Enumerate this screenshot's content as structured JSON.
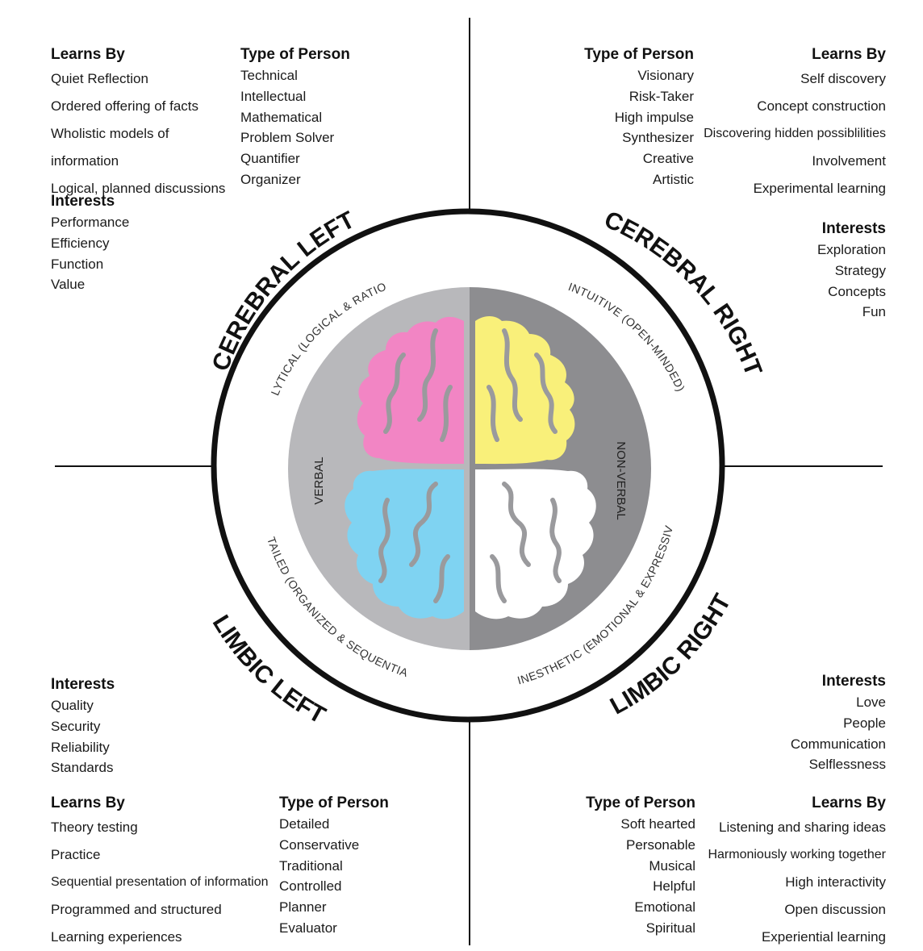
{
  "quadrants": {
    "cerebral_left": {
      "name": "CEREBRAL LEFT",
      "arc_label": "ANALYTICAL (LOGICAL & RATIONAL)",
      "learns_by": {
        "heading": "Learns By",
        "items": [
          "Quiet Reflection",
          "Ordered offering of facts",
          "Wholistic models of information",
          "Logical, planned discussions"
        ]
      },
      "type_of_person": {
        "heading": "Type of Person",
        "items": [
          "Technical",
          "Intellectual",
          "Mathematical",
          "Problem Solver",
          "Quantifier",
          "Organizer"
        ]
      },
      "interests": {
        "heading": "Interests",
        "items": [
          "Performance",
          "Efficiency",
          "Function",
          "Value"
        ]
      }
    },
    "cerebral_right": {
      "name": "CEREBRAL RIGHT",
      "arc_label": "INTUITIVE (OPEN-MINDED)",
      "type_of_person": {
        "heading": "Type of Person",
        "items": [
          "Visionary",
          "Risk-Taker",
          "High impulse",
          "Synthesizer",
          "Creative",
          "Artistic"
        ]
      },
      "learns_by": {
        "heading": "Learns By",
        "items": [
          "Self discovery",
          "Concept construction",
          "Discovering hidden possiblilities",
          "Involvement",
          "Experimental learning"
        ]
      },
      "interests": {
        "heading": "Interests",
        "items": [
          "Exploration",
          "Strategy",
          "Concepts",
          "Fun"
        ]
      }
    },
    "limbic_left": {
      "name": "LIMBIC LEFT",
      "arc_label": "DETAILED (ORGANIZED & SEQUENTIAL)",
      "interests": {
        "heading": "Interests",
        "items": [
          "Quality",
          "Security",
          "Reliability",
          "Standards"
        ]
      },
      "learns_by": {
        "heading": "Learns By",
        "items": [
          "Theory testing",
          "Practice",
          "Sequential presentation of information",
          "Programmed and structured",
          "Learning experiences"
        ]
      },
      "type_of_person": {
        "heading": "Type of Person",
        "items": [
          "Detailed",
          "Conservative",
          "Traditional",
          "Controlled",
          "Planner",
          "Evaluator"
        ]
      }
    },
    "limbic_right": {
      "name": "LIMBIC RIGHT",
      "arc_label": "KINESTHETIC (EMOTIONAL & EXPRESSIVE)",
      "interests": {
        "heading": "Interests",
        "items": [
          "Love",
          "People",
          "Communication",
          "Selflessness"
        ]
      },
      "type_of_person": {
        "heading": "Type of Person",
        "items": [
          "Soft hearted",
          "Personable",
          "Musical",
          "Helpful",
          "Emotional",
          "Spiritual"
        ]
      },
      "learns_by": {
        "heading": "Learns By",
        "items": [
          "Listening and sharing ideas",
          "Harmoniously working together",
          "High interactivity",
          "Open discussion",
          "Experiential learning"
        ]
      }
    }
  },
  "center": {
    "left_label": "VERBAL",
    "right_label": "NON-VERBAL"
  },
  "colors": {
    "cerebral_left": "#f285c4",
    "cerebral_right": "#f9f07a",
    "limbic_left": "#7fd3f2",
    "limbic_right": "#ffffff",
    "left_half_bg": "#b8b8bb",
    "right_half_bg": "#8d8d90",
    "lines": "#111111"
  }
}
